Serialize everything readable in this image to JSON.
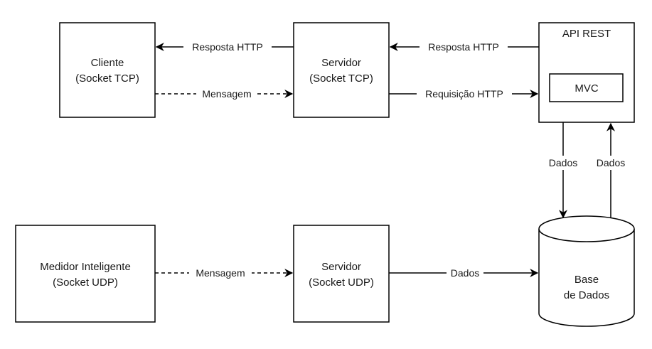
{
  "nodes": {
    "cliente": {
      "line1": "Cliente",
      "line2": "(Socket TCP)"
    },
    "servidor_tcp": {
      "line1": "Servidor",
      "line2": "(Socket TCP)"
    },
    "api_rest": {
      "title": "API REST",
      "inner": "MVC"
    },
    "medidor": {
      "line1": "Medidor Inteligente",
      "line2": "(Socket UDP)"
    },
    "servidor_udp": {
      "line1": "Servidor",
      "line2": "(Socket UDP)"
    },
    "base_dados": {
      "line1": "Base",
      "line2": "de Dados"
    }
  },
  "edges": {
    "resposta_http_1": "Resposta HTTP",
    "resposta_http_2": "Resposta HTTP",
    "mensagem_tcp": "Mensagem",
    "requisicao_http": "Requisição HTTP",
    "dados_down": "Dados",
    "dados_up": "Dados",
    "mensagem_udp": "Mensagem",
    "dados_udp": "Dados"
  },
  "colors": {
    "stroke": "#000000",
    "fill": "#ffffff",
    "text": "#1a1a1a"
  }
}
